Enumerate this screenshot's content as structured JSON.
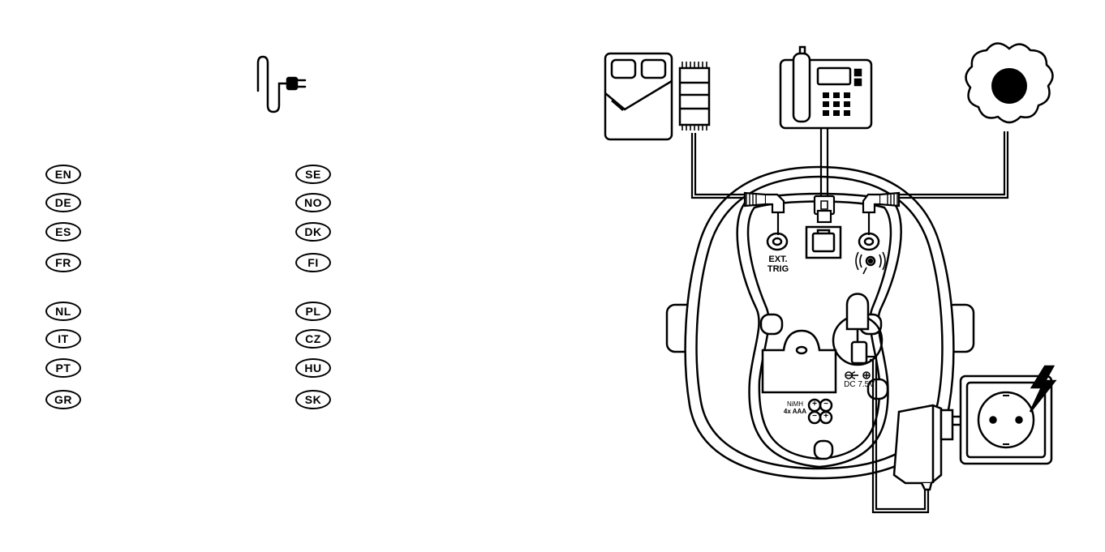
{
  "languages": {
    "left": [
      "EN",
      "DE",
      "ES",
      "FR",
      "NL",
      "IT",
      "PT",
      "GR"
    ],
    "right": [
      "SE",
      "NO",
      "DK",
      "FI",
      "PL",
      "CZ",
      "HU",
      "SK"
    ]
  },
  "base_labels": {
    "ext_trig_line1": "EXT.",
    "ext_trig_line2": "TRIG",
    "dc_input": "DC 7.5V",
    "battery_type": "NiMH",
    "battery_count": "4x AAA",
    "polarity_plus": "+",
    "polarity_minus": "−"
  },
  "icons": {
    "power_cable": "power-plug-icon",
    "bed": "bed-shaker-icon",
    "telephone": "telephone-icon",
    "vibration_pad": "vibration-pad-icon",
    "adapter": "power-adapter-icon",
    "socket": "wall-socket-icon"
  }
}
